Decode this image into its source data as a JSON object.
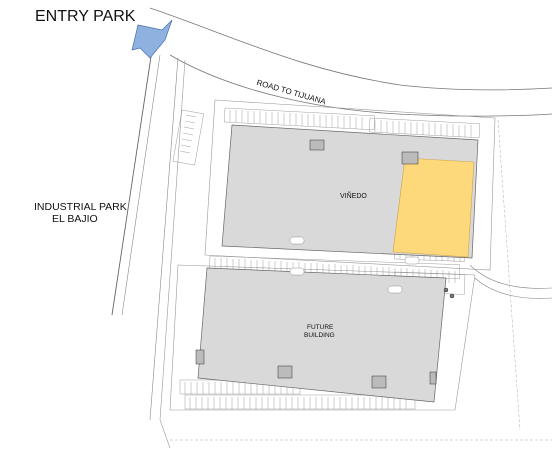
{
  "labels": {
    "entry_park": "ENTRY PARK",
    "road": "ROAD TO TIJUANA",
    "industrial_line1": "INDUSTRIAL PARK",
    "industrial_line2": "EL BAJIO",
    "building1": "VIÑEDO",
    "building2_line1": "FUTURE",
    "building2_line2": "BUILDING"
  },
  "colors": {
    "building": "#d9d9d9",
    "highlight": "#fdd97b",
    "entry_marker": "#8fb1df",
    "line": "#555555"
  }
}
